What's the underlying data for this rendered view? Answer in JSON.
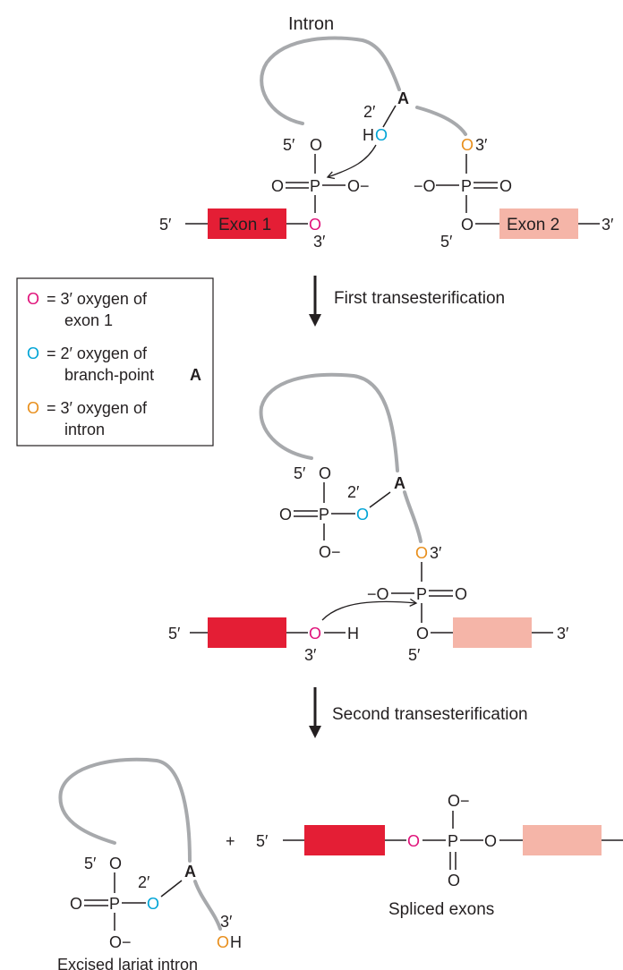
{
  "labels": {
    "intron": "Intron",
    "exon1": "Exon 1",
    "exon2": "Exon 2",
    "step1": "First transesterification",
    "step2": "Second transesterification",
    "spliced": "Spliced exons",
    "excised": "Excised lariat intron",
    "plus": "+"
  },
  "atoms": {
    "O": "O",
    "P": "P",
    "A": "A",
    "H": "H",
    "HO": "HO",
    "OH": "OH",
    "O_minus": "O−",
    "minus_O": "−O",
    "five_prime": "5′",
    "three_prime": "3′",
    "two_prime": "2′"
  },
  "legend": {
    "items": [
      {
        "symbol": "O",
        "line1": "= 3′ oxygen of",
        "line2": "exon 1",
        "color": "#e0127a"
      },
      {
        "symbol": "O",
        "line1": "= 2′ oxygen of",
        "line2": "branch-point",
        "line2_bold": "A",
        "color": "#00a4d6"
      },
      {
        "symbol": "O",
        "line1": "= 3′ oxygen of",
        "line2": "intron",
        "color": "#e88e1b"
      }
    ]
  },
  "colors": {
    "exon1": "#e41e35",
    "exon2": "#f5b5a8",
    "intron_line": "#a7a9ac",
    "exon1_oxygen": "#e0127a",
    "branch_oxygen": "#00a4d6",
    "intron_oxygen": "#e88e1b"
  }
}
